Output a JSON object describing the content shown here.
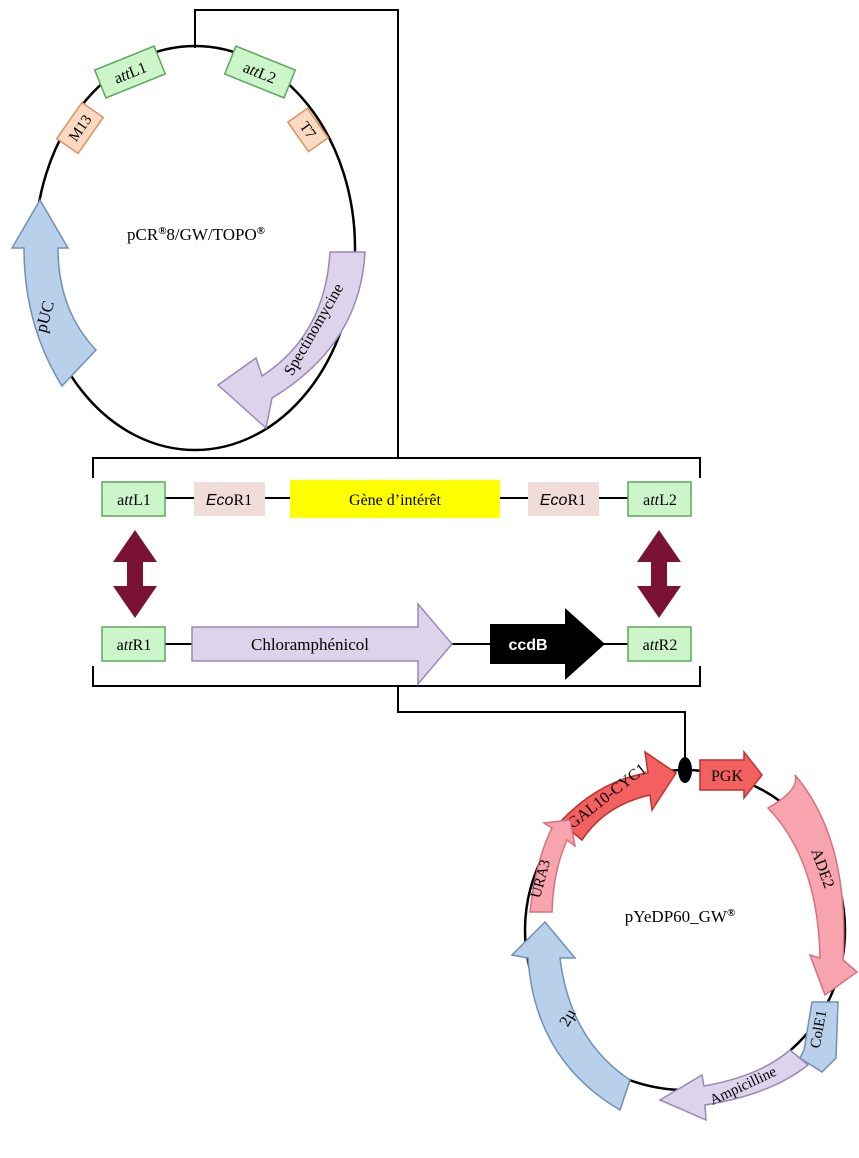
{
  "plasmid_top": {
    "name_prefix": "pCR",
    "name_reg1": "®",
    "name_middle": "8/GW/TOPO",
    "name_reg2": "®",
    "features": {
      "attL1_pre": "a",
      "attL1_it": "tt",
      "attL1_post": "L1",
      "attL2_pre": "a",
      "attL2_it": "tt",
      "attL2_post": "L2",
      "m13": "M13",
      "t7": "T7",
      "puc": "pUC",
      "spectinomycine": "Spectinomycine"
    }
  },
  "construct_top": {
    "attL1_pre": "a",
    "attL1_it": "tt",
    "attL1_post": "L1",
    "ecor1_left_it": "Eco",
    "ecor1_left_post": "R1",
    "gene": "Gène d’intérêt",
    "ecor1_right_it": "Eco",
    "ecor1_right_post": "R1",
    "attL2_pre": "a",
    "attL2_it": "tt",
    "attL2_post": "L2"
  },
  "construct_bottom": {
    "attR1_pre": "a",
    "attR1_it": "tt",
    "attR1_post": "R1",
    "chloramphenicol": "Chloramphénicol",
    "ccdb": "ccdB",
    "attR2_pre": "a",
    "attR2_it": "tt",
    "attR2_post": "R2"
  },
  "plasmid_bottom": {
    "name": "pYeDP60_GW",
    "name_reg": "®",
    "features": {
      "gal10": "GAL10-CYC1",
      "pgk": "PGK",
      "ade2": "ADE2",
      "cole1": "ColE1",
      "ampicilline": "Ampicilline",
      "two_mu": "2µ",
      "ura3": "URA3"
    }
  },
  "colors": {
    "att_green": "#ccf5c9",
    "att_green_stroke": "#5aa85a",
    "m13_orange": "#fcd9c3",
    "m13_stroke": "#d9935c",
    "blue_feature": "#b8d0ea",
    "blue_stroke": "#6f90b8",
    "lavender_feature": "#ddd3ea",
    "lavender_stroke": "#9a88b8",
    "ecor1_pink": "#f0dcd9",
    "gene_yellow": "#ffff00",
    "arrow_maroon": "#7a1234",
    "ccdb_black": "#000000",
    "red_promoter": "#f36060",
    "red_stroke": "#c03030",
    "pink_marker": "#f7a4ae",
    "pink_stroke": "#d8707c"
  }
}
